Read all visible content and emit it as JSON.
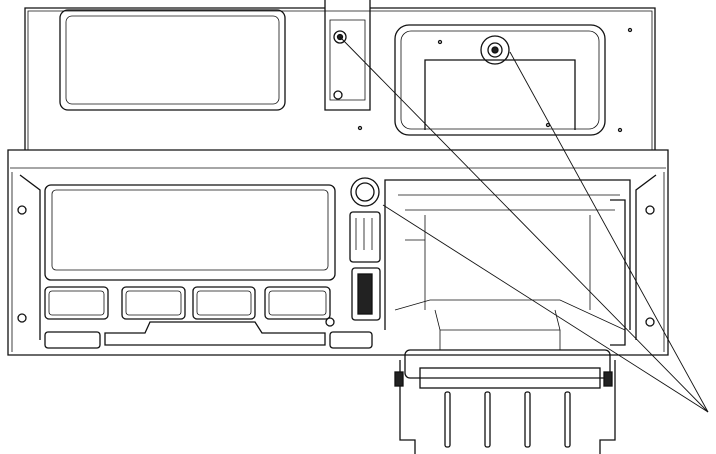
{
  "drawing": {
    "line_color": "#111111",
    "background": "#ffffff",
    "parts": [
      "top-plate",
      "front-panel",
      "display-window",
      "button-row",
      "round-button",
      "card-slot",
      "usb-port",
      "printer-drawer",
      "leader-lines"
    ]
  }
}
